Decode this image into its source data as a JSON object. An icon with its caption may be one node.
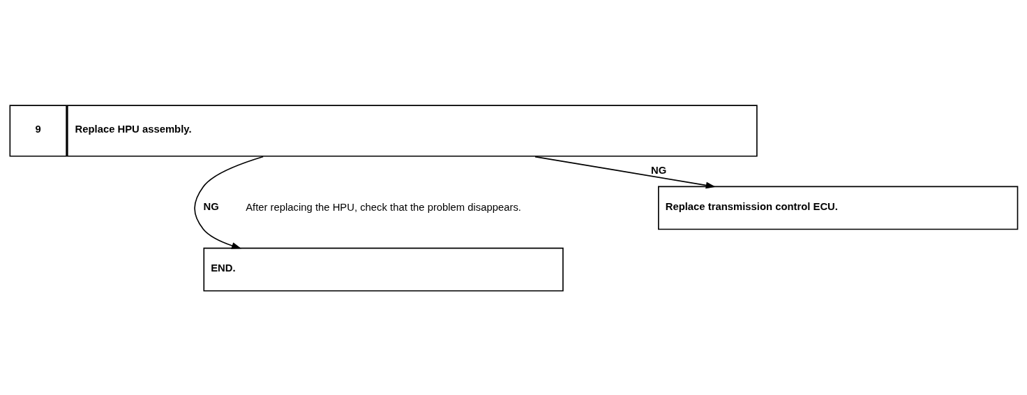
{
  "diagram": {
    "nodes": [
      {
        "text": [
          "9",
          "Replace HPU assembly."
        ]
      },
      {
        "text": [
          "Replace transmission control ECU."
        ]
      },
      {
        "text": [
          "END."
        ]
      }
    ],
    "edges": [
      {
        "from": 0,
        "to": 1,
        "arrow": "to",
        "label": "NG"
      },
      {
        "from": 0,
        "to": 2,
        "arrow": "to",
        "label": "NG"
      }
    ],
    "labels": [
      "After replacing the HPU, check that the problem disappears."
    ]
  }
}
